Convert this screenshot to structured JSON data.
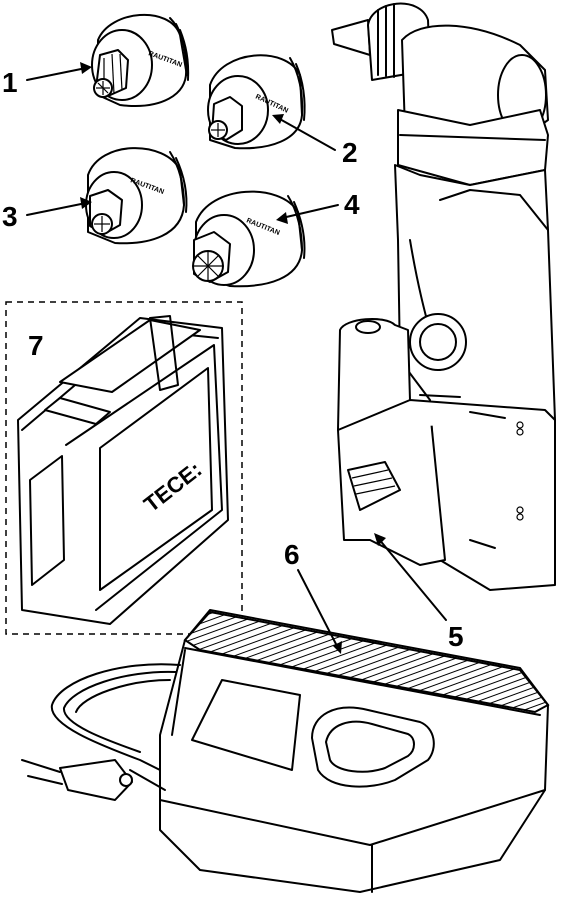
{
  "callouts": {
    "n1": "1",
    "n2": "2",
    "n3": "3",
    "n4": "4",
    "n5": "5",
    "n6": "6",
    "n7": "7"
  },
  "case": {
    "brand": "TECE:"
  },
  "heads": {
    "engraving": "RAUTITAN"
  }
}
